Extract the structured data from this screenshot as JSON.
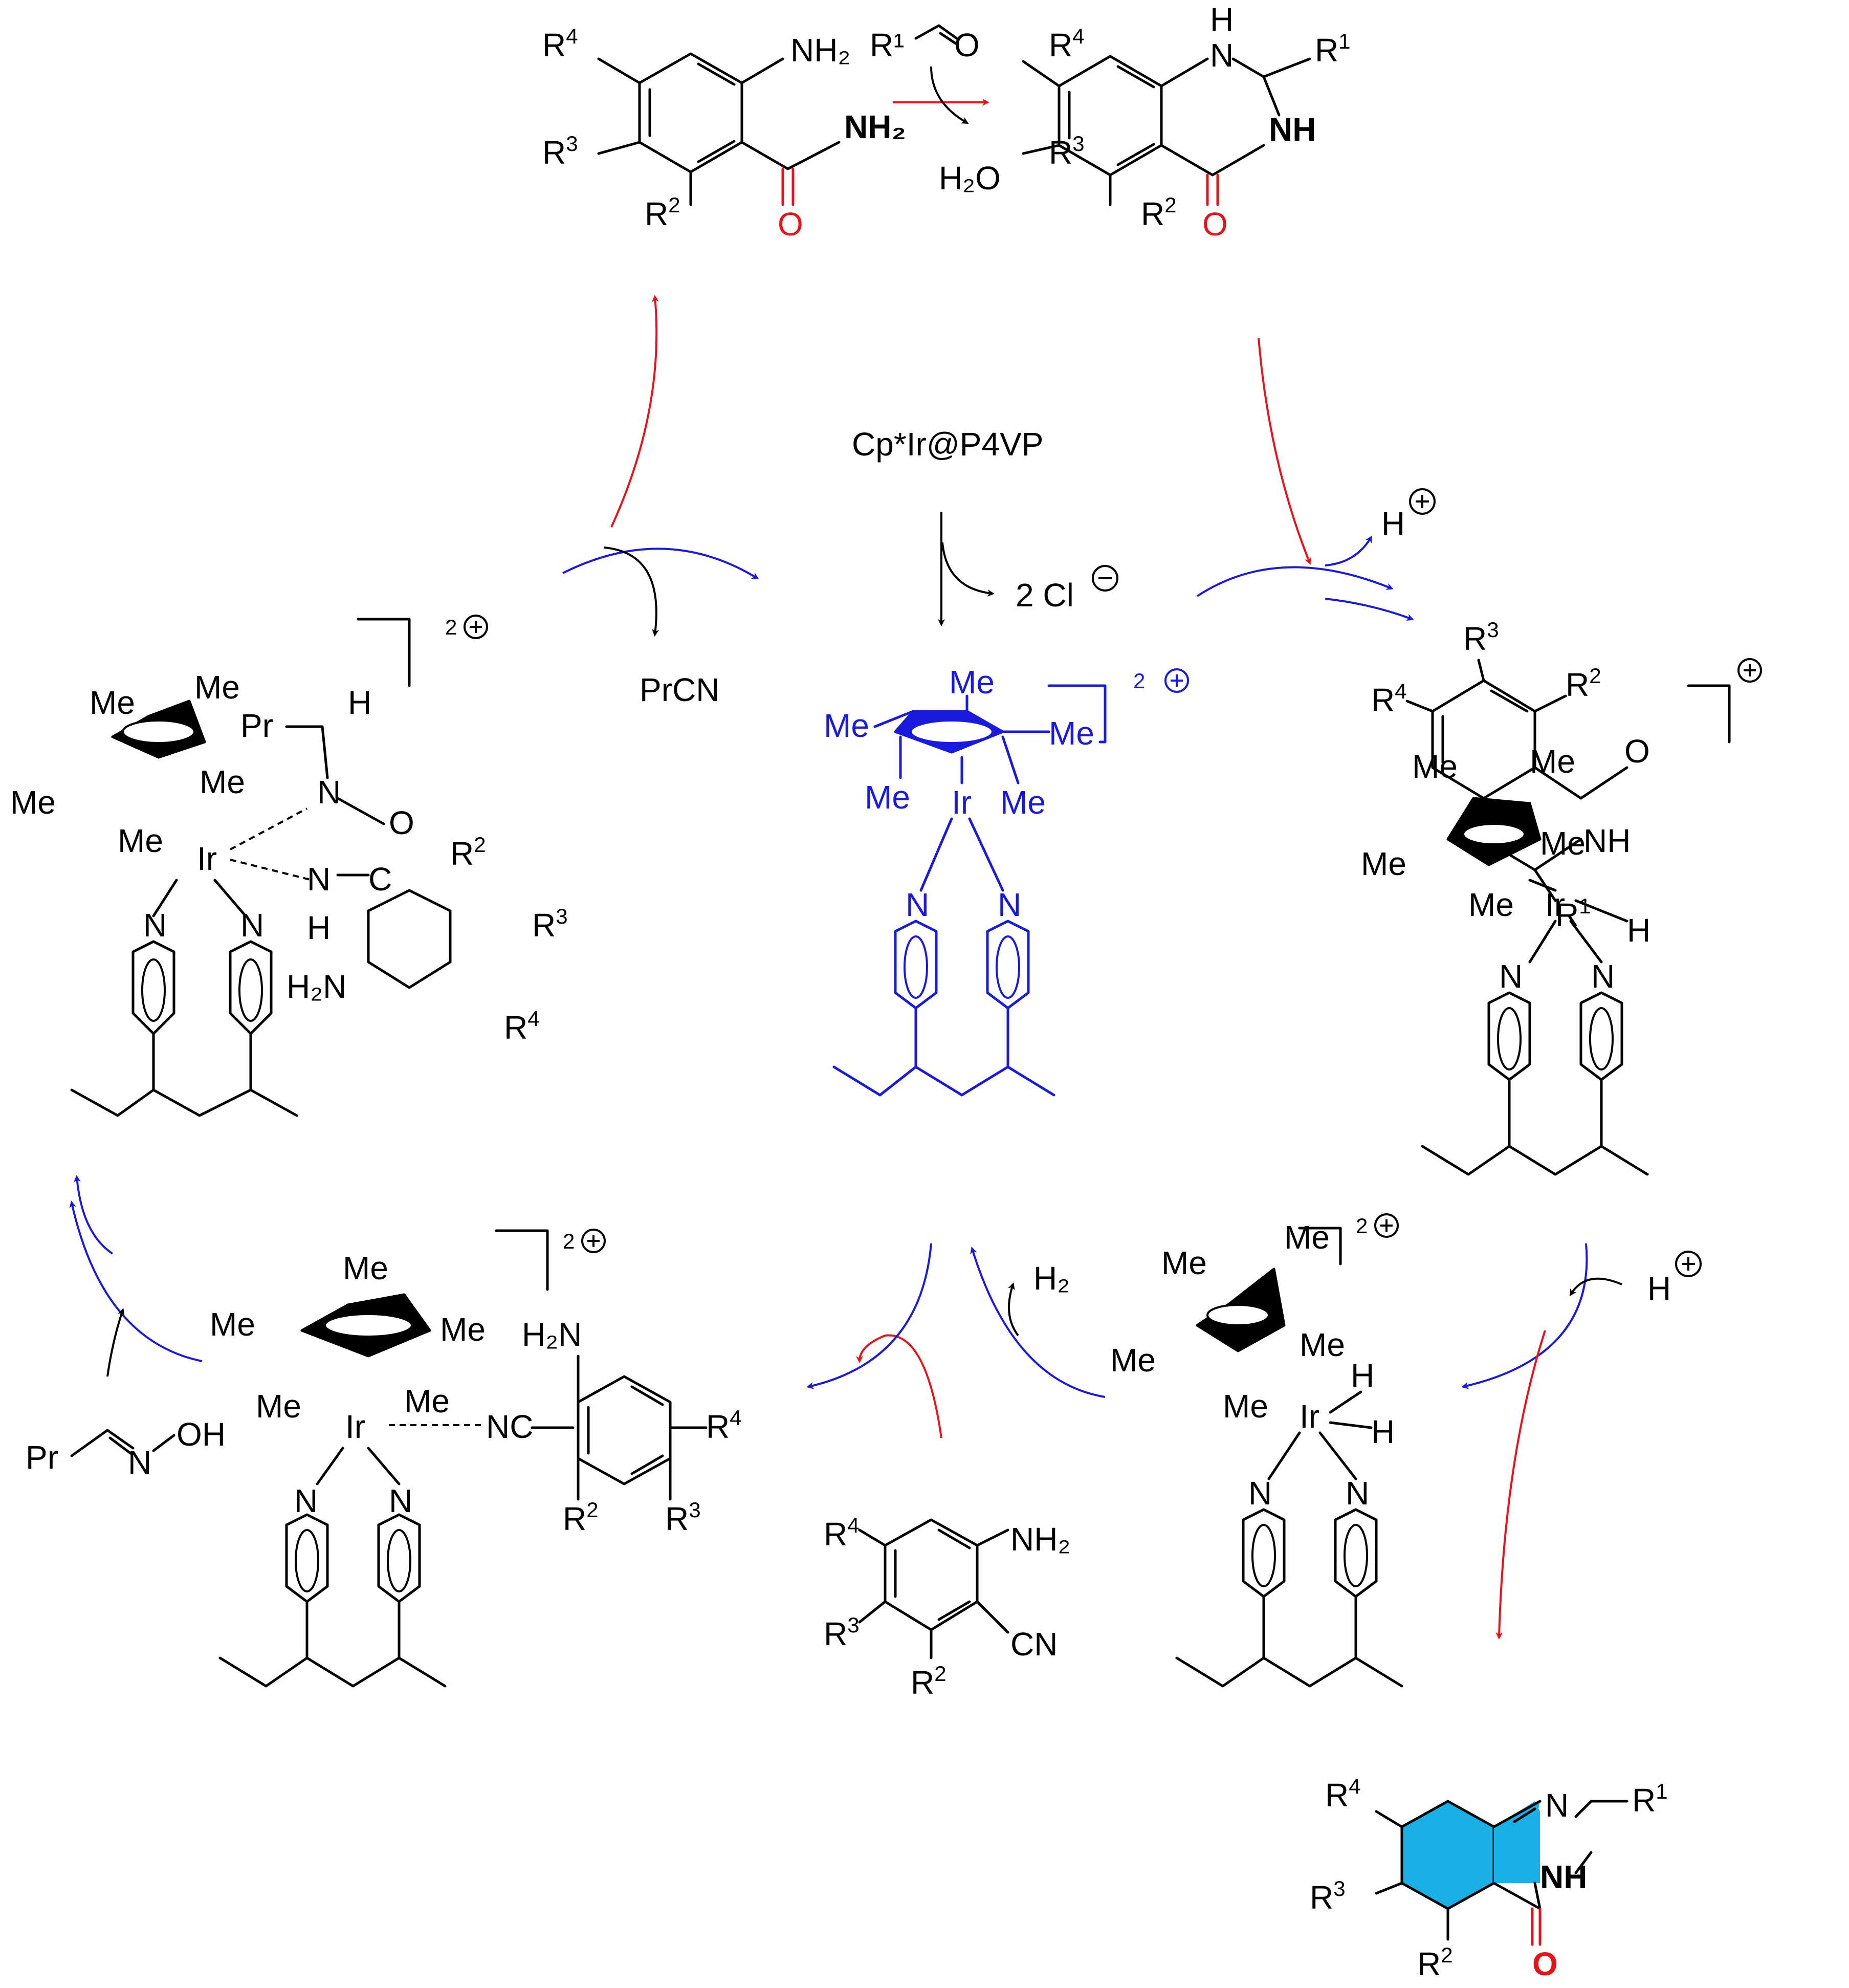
{
  "reagents": {
    "aldehyde": "R¹",
    "aldehyde_O": "O",
    "water": "H₂O",
    "catalyst": "Cp*Ir@P4VP",
    "chloride": "2 Cl",
    "nitrile_byproduct": "PrCN",
    "proton_top": "H",
    "proton_right": "H",
    "hydrogen": "H₂",
    "oxime_pr": "Pr",
    "oxime_n": "N",
    "oxime_oh": "OH"
  },
  "labels": {
    "me": "Me",
    "ir": "Ir",
    "n": "N",
    "h": "H",
    "o": "O",
    "nh": "NH",
    "nh2": "NH₂",
    "h2n": "H₂N",
    "cn": "CN",
    "nc": "NC",
    "pr": "Pr",
    "r1": "R",
    "r2": "R",
    "r3": "R",
    "r4": "R",
    "sup1": "1",
    "sup2": "2",
    "sup3": "3",
    "sup4": "4",
    "charge2plus": "2",
    "charge_space_2": "2"
  },
  "colors": {
    "catalyst": "#1a1adf",
    "key_bond": "#e5141b",
    "product_ring": "#1ab0e6"
  }
}
